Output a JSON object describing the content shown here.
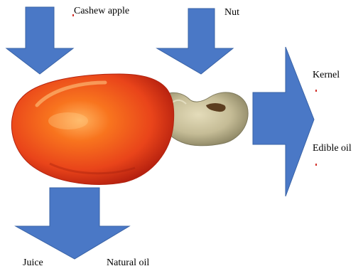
{
  "labels": {
    "cashew_apple": "Cashew apple",
    "nut": "Nut",
    "kernel": "Kernel",
    "edible_oil": "Edible oil",
    "juice": "Juice",
    "natural_oil": "Natural oil"
  },
  "colors": {
    "arrow_fill": "#4a78c6",
    "arrow_stroke": "#3a63a6",
    "apple_red": "#e83f1c",
    "apple_orange": "#f4721c",
    "nut_tan": "#c4bb95"
  }
}
